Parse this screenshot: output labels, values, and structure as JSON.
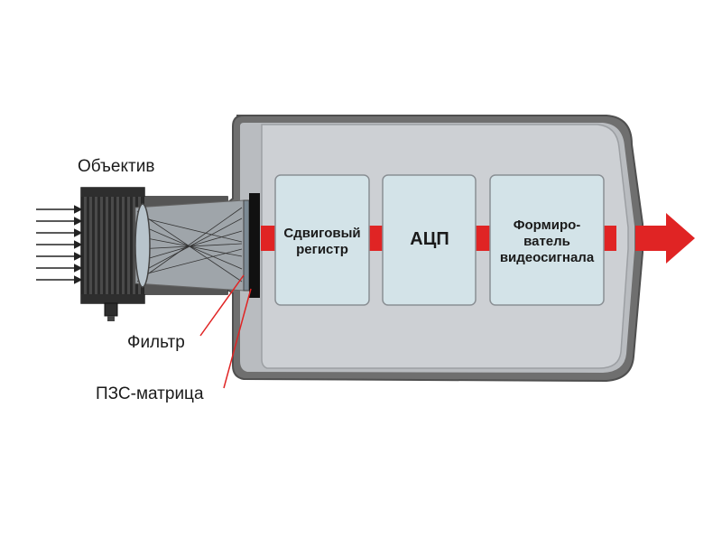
{
  "labels": {
    "lens": "Объектив",
    "filter": "Фильтр",
    "ccd": "ПЗС-матрица"
  },
  "blocks": [
    {
      "lines": [
        "Сдвиговый",
        "регистр"
      ]
    },
    {
      "lines": [
        "АЦП"
      ]
    },
    {
      "lines": [
        "Формиро-",
        "ватель",
        "видеосигнала"
      ]
    }
  ],
  "colors": {
    "housing_outer": "#6f6f6f",
    "housing_inner": "#c8cbcf",
    "block_fill": "#d3e3e8",
    "block_stroke": "#8a8f94",
    "signal": "#e02424",
    "lens_body": "#3a3a3a"
  }
}
